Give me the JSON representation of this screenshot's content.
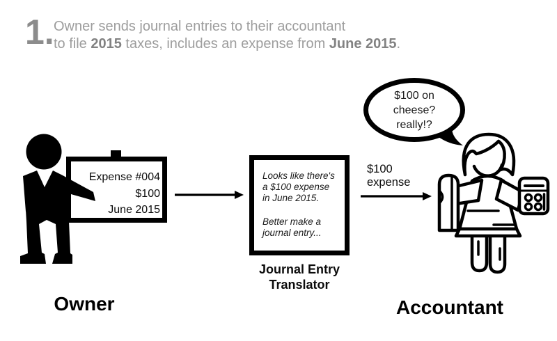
{
  "header": {
    "step_number": "1.",
    "line1": "Owner sends journal entries to their accountant",
    "line2_prefix": "to file ",
    "line2_bold1": "2015",
    "line2_middle": " taxes, includes an expense from ",
    "line2_bold2": "June 2015",
    "line2_suffix": "."
  },
  "owner": {
    "label": "Owner",
    "whiteboard_lines": [
      "Expense #004",
      "$100",
      "June 2015"
    ]
  },
  "translator": {
    "note_para1": [
      "Looks like there's",
      "a $100 expense",
      "in June 2015."
    ],
    "note_para2": [
      "Better make a",
      "journal entry..."
    ],
    "label_line1": "Journal Entry",
    "label_line2": "Translator"
  },
  "accountant": {
    "label": "Accountant",
    "speech_lines": [
      "$100 on",
      "cheese?",
      "really!?"
    ]
  },
  "arrow_label": {
    "line1": "$100",
    "line2": "expense"
  },
  "colors": {
    "ink": "#000000",
    "muted_text": "#9d9d9d",
    "muted_bold": "#828282"
  }
}
